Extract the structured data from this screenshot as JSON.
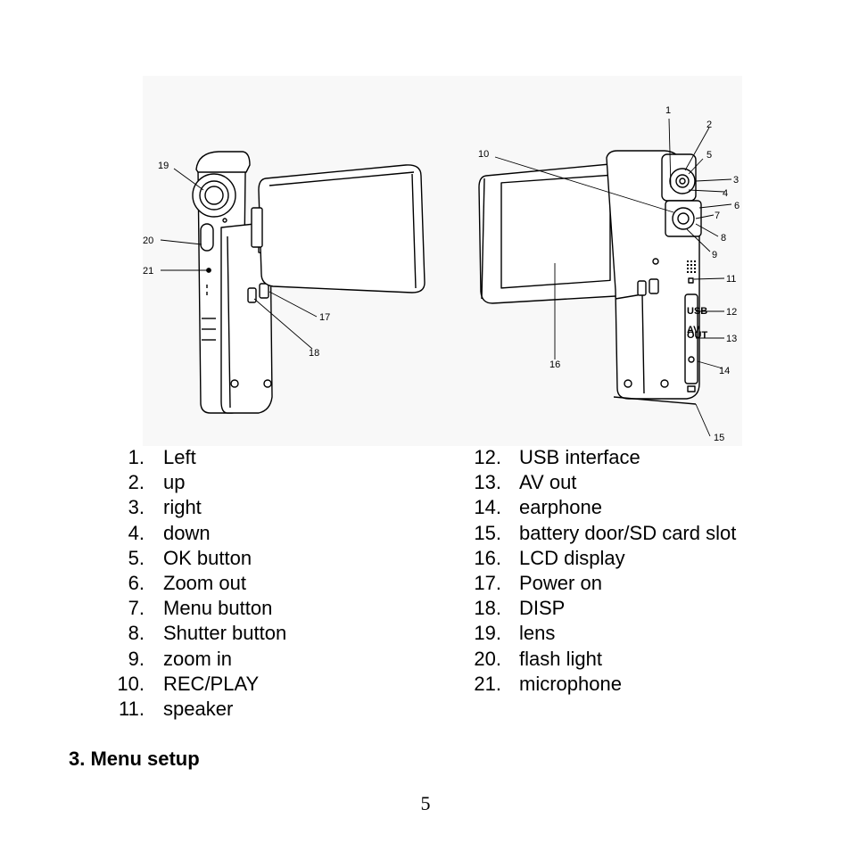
{
  "figure": {
    "callouts": [
      "1",
      "2",
      "3",
      "4",
      "5",
      "6",
      "7",
      "8",
      "9",
      "10",
      "11",
      "12",
      "13",
      "14",
      "15",
      "16",
      "17",
      "18",
      "19",
      "20",
      "21"
    ],
    "port_labels": {
      "usb": "USB",
      "av_out": "AV\nOUT"
    }
  },
  "parts_left": [
    {
      "num": "1.",
      "label": "Left"
    },
    {
      "num": "2.",
      "label": "up"
    },
    {
      "num": "3.",
      "label": "right"
    },
    {
      "num": "4.",
      "label": "down"
    },
    {
      "num": "5.",
      "label": "OK button"
    },
    {
      "num": "6.",
      "label": "Zoom out"
    },
    {
      "num": "7.",
      "label": "Menu button"
    },
    {
      "num": "8.",
      "label": "Shutter button"
    },
    {
      "num": "9.",
      "label": "zoom in"
    },
    {
      "num": "10.",
      "label": "REC/PLAY"
    },
    {
      "num": "11.",
      "label": "speaker"
    }
  ],
  "parts_right": [
    {
      "num": "12.",
      "label": "USB interface"
    },
    {
      "num": "13.",
      "label": "AV out"
    },
    {
      "num": "14.",
      "label": "earphone"
    },
    {
      "num": "15.",
      "label": "battery door/SD card slot"
    },
    {
      "num": "16.",
      "label": "LCD display"
    },
    {
      "num": "17.",
      "label": "Power on"
    },
    {
      "num": "18.",
      "label": "DISP"
    },
    {
      "num": "19.",
      "label": "lens"
    },
    {
      "num": "20.",
      "label": "flash light"
    },
    {
      "num": "21.",
      "label": "microphone"
    }
  ],
  "section_heading": "3. Menu setup",
  "page_number": "5"
}
